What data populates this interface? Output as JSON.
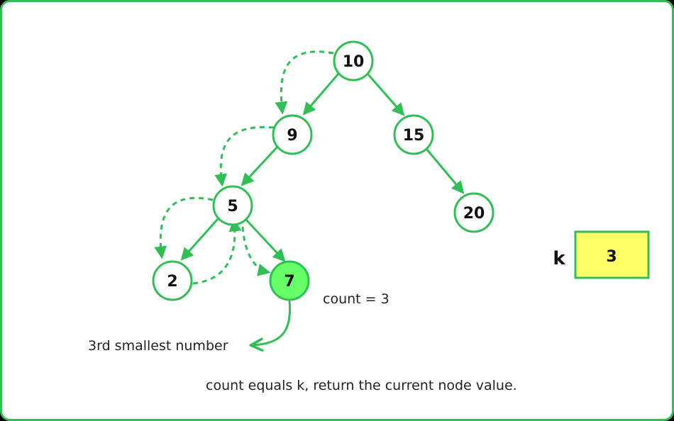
{
  "tree": {
    "nodes": [
      {
        "id": "n10",
        "label": "10",
        "highlight": false
      },
      {
        "id": "n9",
        "label": "9",
        "highlight": false
      },
      {
        "id": "n15",
        "label": "15",
        "highlight": false
      },
      {
        "id": "n5",
        "label": "5",
        "highlight": false
      },
      {
        "id": "n20",
        "label": "20",
        "highlight": false
      },
      {
        "id": "n2",
        "label": "2",
        "highlight": false
      },
      {
        "id": "n7",
        "label": "7",
        "highlight": true
      }
    ],
    "edges": [
      {
        "from": "n10",
        "to": "n9"
      },
      {
        "from": "n10",
        "to": "n15"
      },
      {
        "from": "n9",
        "to": "n5"
      },
      {
        "from": "n15",
        "to": "n20"
      },
      {
        "from": "n5",
        "to": "n2"
      },
      {
        "from": "n5",
        "to": "n7"
      }
    ]
  },
  "k_box": {
    "label": "k",
    "value": "3"
  },
  "annotations": {
    "count": "count = 3",
    "result": "3rd smallest number",
    "explanation": "count equals k, return the current node value."
  },
  "colors": {
    "accent": "#2fbf55",
    "highlight_fill": "#66ff66",
    "k_box_fill": "#ffff66"
  }
}
